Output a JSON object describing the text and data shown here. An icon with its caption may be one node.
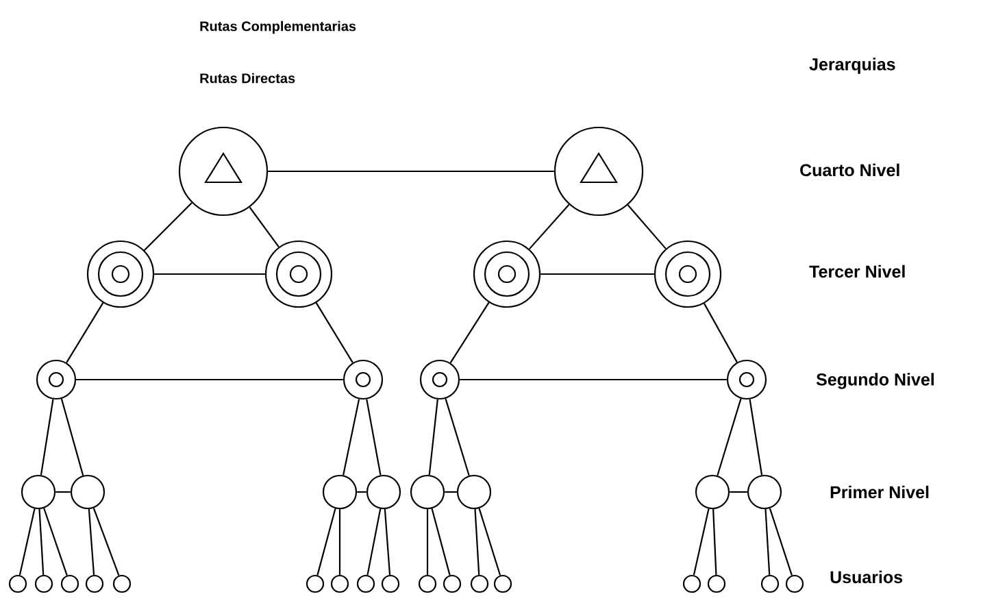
{
  "diagram": {
    "nodes": [
      {
        "text": [],
        "shape": "circle"
      },
      {
        "text": [],
        "shape": "circle"
      },
      {
        "text": [],
        "shape": "circle"
      },
      {
        "text": [],
        "shape": "circle"
      },
      {
        "text": [],
        "shape": "circle"
      },
      {
        "text": [],
        "shape": "circle"
      },
      {
        "text": [],
        "shape": "circle"
      },
      {
        "text": [],
        "shape": "circle"
      },
      {
        "text": [],
        "shape": "circle"
      },
      {
        "text": [],
        "shape": "circle"
      },
      {
        "text": [],
        "shape": "circle"
      },
      {
        "text": [],
        "shape": "circle"
      },
      {
        "text": [],
        "shape": "circle"
      },
      {
        "text": [],
        "shape": "circle"
      },
      {
        "text": [],
        "shape": "circle"
      },
      {
        "text": [],
        "shape": "circle"
      },
      {
        "text": [],
        "shape": "circle"
      },
      {
        "text": [],
        "shape": "circle"
      },
      {
        "text": [],
        "shape": "circle"
      },
      {
        "text": [],
        "shape": "circle"
      },
      {
        "text": [],
        "shape": "circle"
      },
      {
        "text": [],
        "shape": "circle"
      },
      {
        "text": [],
        "shape": "circle"
      },
      {
        "text": [],
        "shape": "circle"
      },
      {
        "text": [],
        "shape": "circle"
      },
      {
        "text": [],
        "shape": "circle"
      },
      {
        "text": [],
        "shape": "circle"
      },
      {
        "text": [],
        "shape": "circle"
      },
      {
        "text": [],
        "shape": "circle"
      },
      {
        "text": [],
        "shape": "circle"
      },
      {
        "text": [],
        "shape": "circle"
      },
      {
        "text": [],
        "shape": "circle"
      },
      {
        "text": [],
        "shape": "circle"
      },
      {
        "text": [],
        "shape": "circle"
      },
      {
        "text": [],
        "shape": "circle"
      }
    ],
    "edges": [
      {
        "from": 0,
        "to": 1,
        "arrow": "none"
      },
      {
        "from": 0,
        "to": 2,
        "arrow": "none"
      },
      {
        "from": 0,
        "to": 3,
        "arrow": "none"
      },
      {
        "from": 2,
        "to": 3,
        "arrow": "none"
      },
      {
        "from": 1,
        "to": 4,
        "arrow": "none"
      },
      {
        "from": 1,
        "to": 5,
        "arrow": "none"
      },
      {
        "from": 4,
        "to": 5,
        "arrow": "none"
      },
      {
        "from": 2,
        "to": 6,
        "arrow": "none"
      },
      {
        "from": 3,
        "to": 7,
        "arrow": "none"
      },
      {
        "from": 4,
        "to": 8,
        "arrow": "none"
      },
      {
        "from": 5,
        "to": 9,
        "arrow": "none"
      },
      {
        "from": 6,
        "to": 7,
        "arrow": "none"
      },
      {
        "from": 8,
        "to": 9,
        "arrow": "none"
      },
      {
        "from": 6,
        "to": 10,
        "arrow": "none"
      },
      {
        "from": 6,
        "to": 11,
        "arrow": "none"
      },
      {
        "from": 10,
        "to": 11,
        "arrow": "none"
      },
      {
        "from": 7,
        "to": 12,
        "arrow": "none"
      },
      {
        "from": 7,
        "to": 13,
        "arrow": "none"
      },
      {
        "from": 12,
        "to": 13,
        "arrow": "none"
      },
      {
        "from": 8,
        "to": 14,
        "arrow": "none"
      },
      {
        "from": 8,
        "to": 15,
        "arrow": "none"
      },
      {
        "from": 14,
        "to": 15,
        "arrow": "none"
      },
      {
        "from": 9,
        "to": 16,
        "arrow": "none"
      },
      {
        "from": 9,
        "to": 17,
        "arrow": "none"
      },
      {
        "from": 16,
        "to": 17,
        "arrow": "none"
      },
      {
        "from": 10,
        "to": 18,
        "arrow": "none"
      },
      {
        "from": 10,
        "to": 19,
        "arrow": "none"
      },
      {
        "from": 10,
        "to": 20,
        "arrow": "none"
      },
      {
        "from": 11,
        "to": 21,
        "arrow": "none"
      },
      {
        "from": 11,
        "to": 22,
        "arrow": "none"
      },
      {
        "from": 12,
        "to": 23,
        "arrow": "none"
      },
      {
        "from": 12,
        "to": 24,
        "arrow": "none"
      },
      {
        "from": 13,
        "to": 25,
        "arrow": "none"
      },
      {
        "from": 13,
        "to": 26,
        "arrow": "none"
      },
      {
        "from": 14,
        "to": 27,
        "arrow": "none"
      },
      {
        "from": 14,
        "to": 28,
        "arrow": "none"
      },
      {
        "from": 15,
        "to": 29,
        "arrow": "none"
      },
      {
        "from": 15,
        "to": 30,
        "arrow": "none"
      },
      {
        "from": 16,
        "to": 31,
        "arrow": "none"
      },
      {
        "from": 16,
        "to": 32,
        "arrow": "none"
      },
      {
        "from": 17,
        "to": 33,
        "arrow": "none"
      },
      {
        "from": 17,
        "to": 34,
        "arrow": "none"
      }
    ],
    "labels": [
      "Rutas Complementarias",
      "Jerarquias",
      "Rutas Directas",
      "Cuarto Nivel",
      "Tercer Nivel",
      "Segundo Nivel",
      "Primer Nivel",
      "Usuarios"
    ]
  }
}
